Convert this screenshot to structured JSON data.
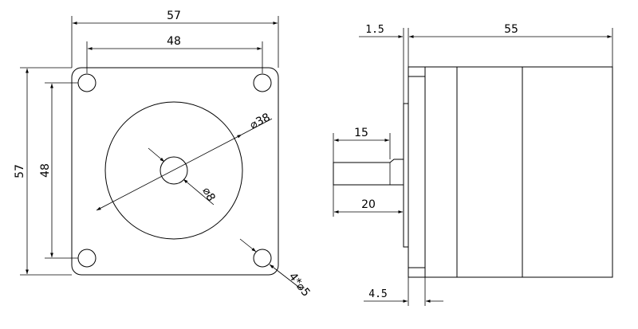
{
  "front_view": {
    "overall_width": "57",
    "hole_spacing_h": "48",
    "overall_height": "57",
    "hole_spacing_v": "48",
    "boss_diameter": "⌀38",
    "shaft_diameter": "⌀8",
    "mount_holes": "4*⌀5"
  },
  "side_view": {
    "flange_thickness": "1.5",
    "body_length": "55",
    "shaft_flat_length": "15",
    "shaft_length": "20",
    "boss_height": "4.5"
  }
}
